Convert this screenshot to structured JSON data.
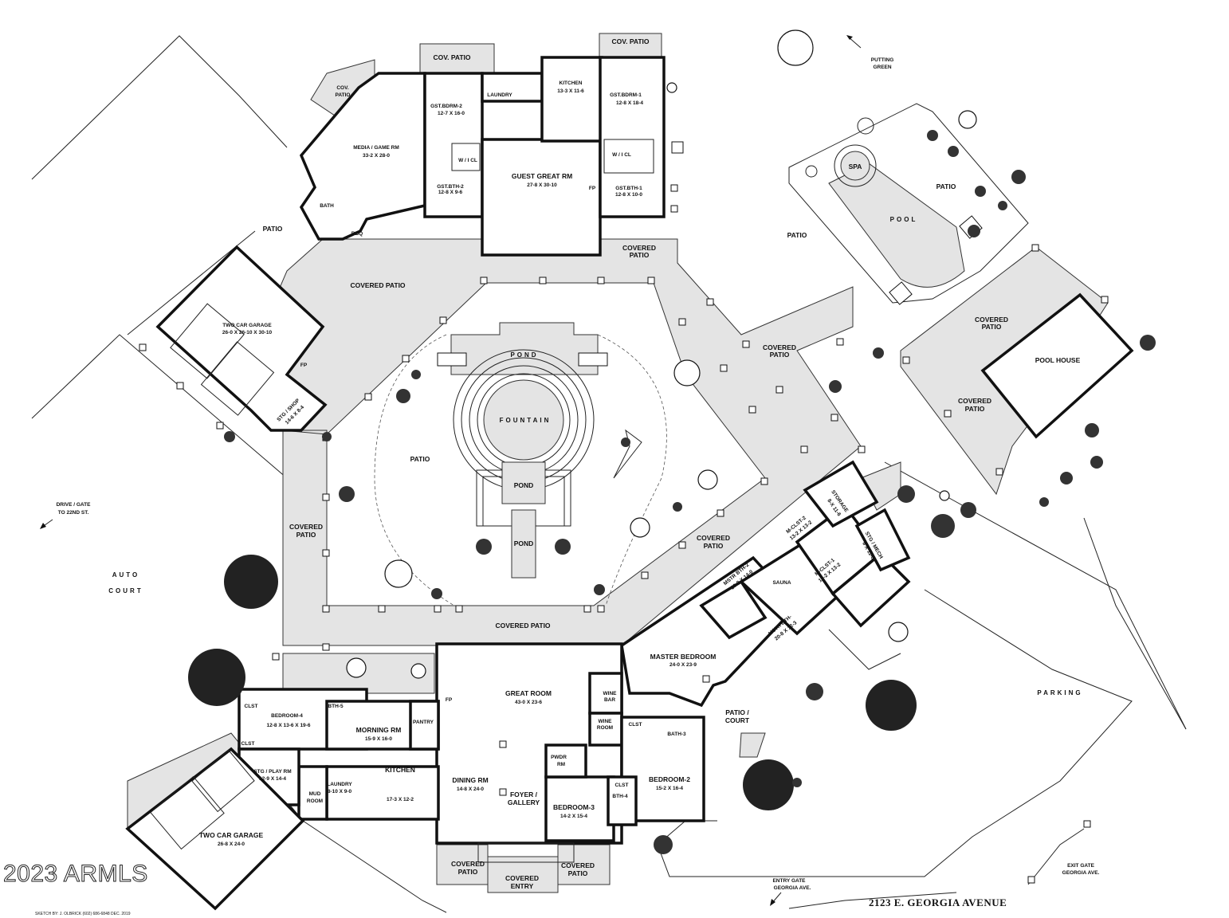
{
  "rooms": {
    "cov_patio_1": "COV. PATIO",
    "cov_patio_2": "COV. PATIO",
    "cov_patio_3_a": "COV.",
    "cov_patio_3_b": "PATIO",
    "gst_bdrm_2": "GST.BDRM-2",
    "gst_bdrm_2_dim": "12-7  X  16-0",
    "laundry_guest": "LAUNDRY",
    "kitchen_guest": "KITCHEN",
    "kitchen_guest_dim": "13-3 X 11-6",
    "gst_bdrm_1": "GST.BDRM-1",
    "gst_bdrm_1_dim": "12-8  X  18-4",
    "media_game": "MEDIA / GAME RM",
    "media_game_dim": "33-2  X  28-0",
    "wicl_1": "W / I  CL",
    "wicl_2": "W / I  CL",
    "gst_bth_2": "GST.BTH-2",
    "gst_bth_2_dim": "12-8 X 9-6",
    "guest_great": "GUEST GREAT RM",
    "guest_great_dim": "27-8  X  30-10",
    "gst_bth_1": "GST.BTH-1",
    "gst_bth_1_dim": "12-8 X 10-0",
    "bath": "BATH",
    "bbq": "BBQ",
    "patio_1": "PATIO",
    "patio_2": "PATIO",
    "patio_3": "PATIO",
    "patio_center": "PATIO",
    "covered_patio_top_a": "COVERED",
    "covered_patio_top_b": "PATIO",
    "covered_patio_main": "COVERED PATIO",
    "two_car_garage_1": "TWO CAR GARAGE",
    "two_car_garage_1_dim": "26-0 X 26-10 X 30-10",
    "fp_1": "FP",
    "fp_2": "FP",
    "fp_3": "FP",
    "stg_shop": "STG / SHOP",
    "stg_shop_dim": "14-6 X 8-4",
    "pond_1": "POND",
    "pond_2": "POND",
    "pond_3": "POND",
    "fountain": "FOUNTAIN",
    "covered_patio_right_a": "COVERED",
    "covered_patio_right_b": "PATIO",
    "spa": "SPA",
    "pool": "POOL",
    "putting_green_a": "PUTTING",
    "putting_green_b": "GREEN",
    "covered_patio_ph1_a": "COVERED",
    "covered_patio_ph1_b": "PATIO",
    "pool_house": "POOL HOUSE",
    "covered_patio_ph2_a": "COVERED",
    "covered_patio_ph2_b": "PATIO",
    "covered_patio_left_a": "COVERED",
    "covered_patio_left_b": "PATIO",
    "covered_patio_diag_a": "COVERED",
    "covered_patio_diag_b": "PATIO",
    "covered_patio_bottom": "COVERED PATIO",
    "storage": "STORAGE",
    "storage_dim": "8-X 11-6",
    "m_clst_2": "M-CLST-2",
    "m_clst_2_dim": "13-2 X 13-2",
    "stg_mech": "STG / MECH",
    "stg_mech_dim": "8 X 11-6",
    "m_clst_1": "M-CLST-1",
    "m_clst_1_dim": "13-2 X 13-2",
    "mstr_bth_2": "MSTR BTH-2",
    "mstr_bth_2_dim": "20-8 X 14-0",
    "sauna": "SAUNA",
    "mstr_bth_1": "MSTR BTH-",
    "mstr_bth_1_dim": "20-8 X 12-3",
    "master_bedroom": "MASTER BEDROOM",
    "master_bedroom_dim": "24-0  X  23-9",
    "great_room": "GREAT ROOM",
    "great_room_dim": "43-0  X  23-6",
    "wine_bar_a": "WINE",
    "wine_bar_b": "BAR",
    "wine_room_a": "WINE",
    "wine_room_b": "ROOM",
    "clst_1": "CLST",
    "clst_2": "CLST",
    "clst_3": "CLST",
    "clst_4": "CLST",
    "bath_3": "BATH-3",
    "patio_court_a": "PATIO /",
    "patio_court_b": "COURT",
    "bedroom_4": "BEDROOM-4",
    "bedroom_4_dim": "12-8 X 13-6 X 19-6",
    "bth_5": "BTH-5",
    "morning_rm": "MORNING RM",
    "morning_rm_dim": "15-9  X  16-0",
    "pantry": "PANTRY",
    "stg_play": "STG / PLAY RM",
    "stg_play_dim": "12-9 X 14-4",
    "laundry_main": "LAUNDRY",
    "laundry_main_dim": "8-10 X 9-0",
    "kitchen_main": "KITCHEN",
    "kitchen_main_dim": "17-3  X  12-2",
    "mud_room_a": "MUD",
    "mud_room_b": "ROOM",
    "dining_rm": "DINING RM",
    "dining_rm_dim": "14-8 X 24-0",
    "foyer_a": "FOYER /",
    "foyer_b": "GALLERY",
    "pwdr_a": "PWDR",
    "pwdr_b": "RM",
    "bedroom_3": "BEDROOM-3",
    "bedroom_3_dim": "14-2  X  15-4",
    "bth_4": "BTH-4",
    "bedroom_2": "BEDROOM-2",
    "bedroom_2_dim": "15-2  X  16-4",
    "two_car_garage_2": "TWO CAR GARAGE",
    "two_car_garage_2_dim": "26-8  X  24-0",
    "covered_patio_b1_a": "COVERED",
    "covered_patio_b1_b": "PATIO",
    "covered_entry_a": "COVERED",
    "covered_entry_b": "ENTRY",
    "covered_patio_b2_a": "COVERED",
    "covered_patio_b2_b": "PATIO",
    "auto_court_a": "AUTO",
    "auto_court_b": "COURT",
    "drive_gate_a": "DRIVE / GATE",
    "drive_gate_b": "TO 22ND ST.",
    "parking": "PARKING",
    "entry_gate_a": "ENTRY GATE",
    "entry_gate_b": "GEORGIA AVE.",
    "exit_gate_a": "EXIT GATE",
    "exit_gate_b": "GEORGIA AVE."
  },
  "watermark": "2023 ARMLS",
  "address": "2123 E. GEORGIA AVENUE",
  "sketch_credit": "SKETCH BY:   J. OLBRICK  (602) 686-6848  DEC. 2019"
}
